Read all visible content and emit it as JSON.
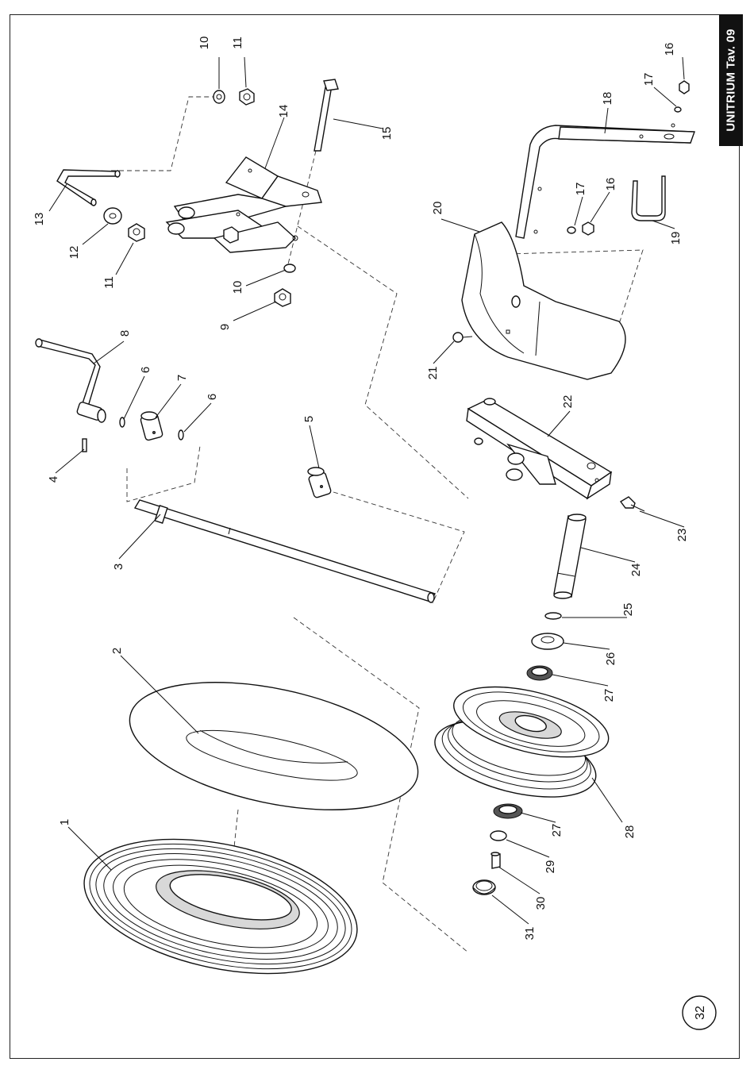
{
  "header_tab": {
    "label": "UNITRIUM Tav. 09"
  },
  "page_number": "32",
  "callouts": [
    "1",
    "2",
    "3",
    "4",
    "5",
    "6",
    "6",
    "7",
    "8",
    "9",
    "10",
    "10",
    "11",
    "11",
    "12",
    "13",
    "14",
    "15",
    "16",
    "16",
    "17",
    "17",
    "18",
    "19",
    "20",
    "21",
    "22",
    "23",
    "24",
    "25",
    "26",
    "27",
    "27",
    "28",
    "29",
    "30",
    "31"
  ]
}
